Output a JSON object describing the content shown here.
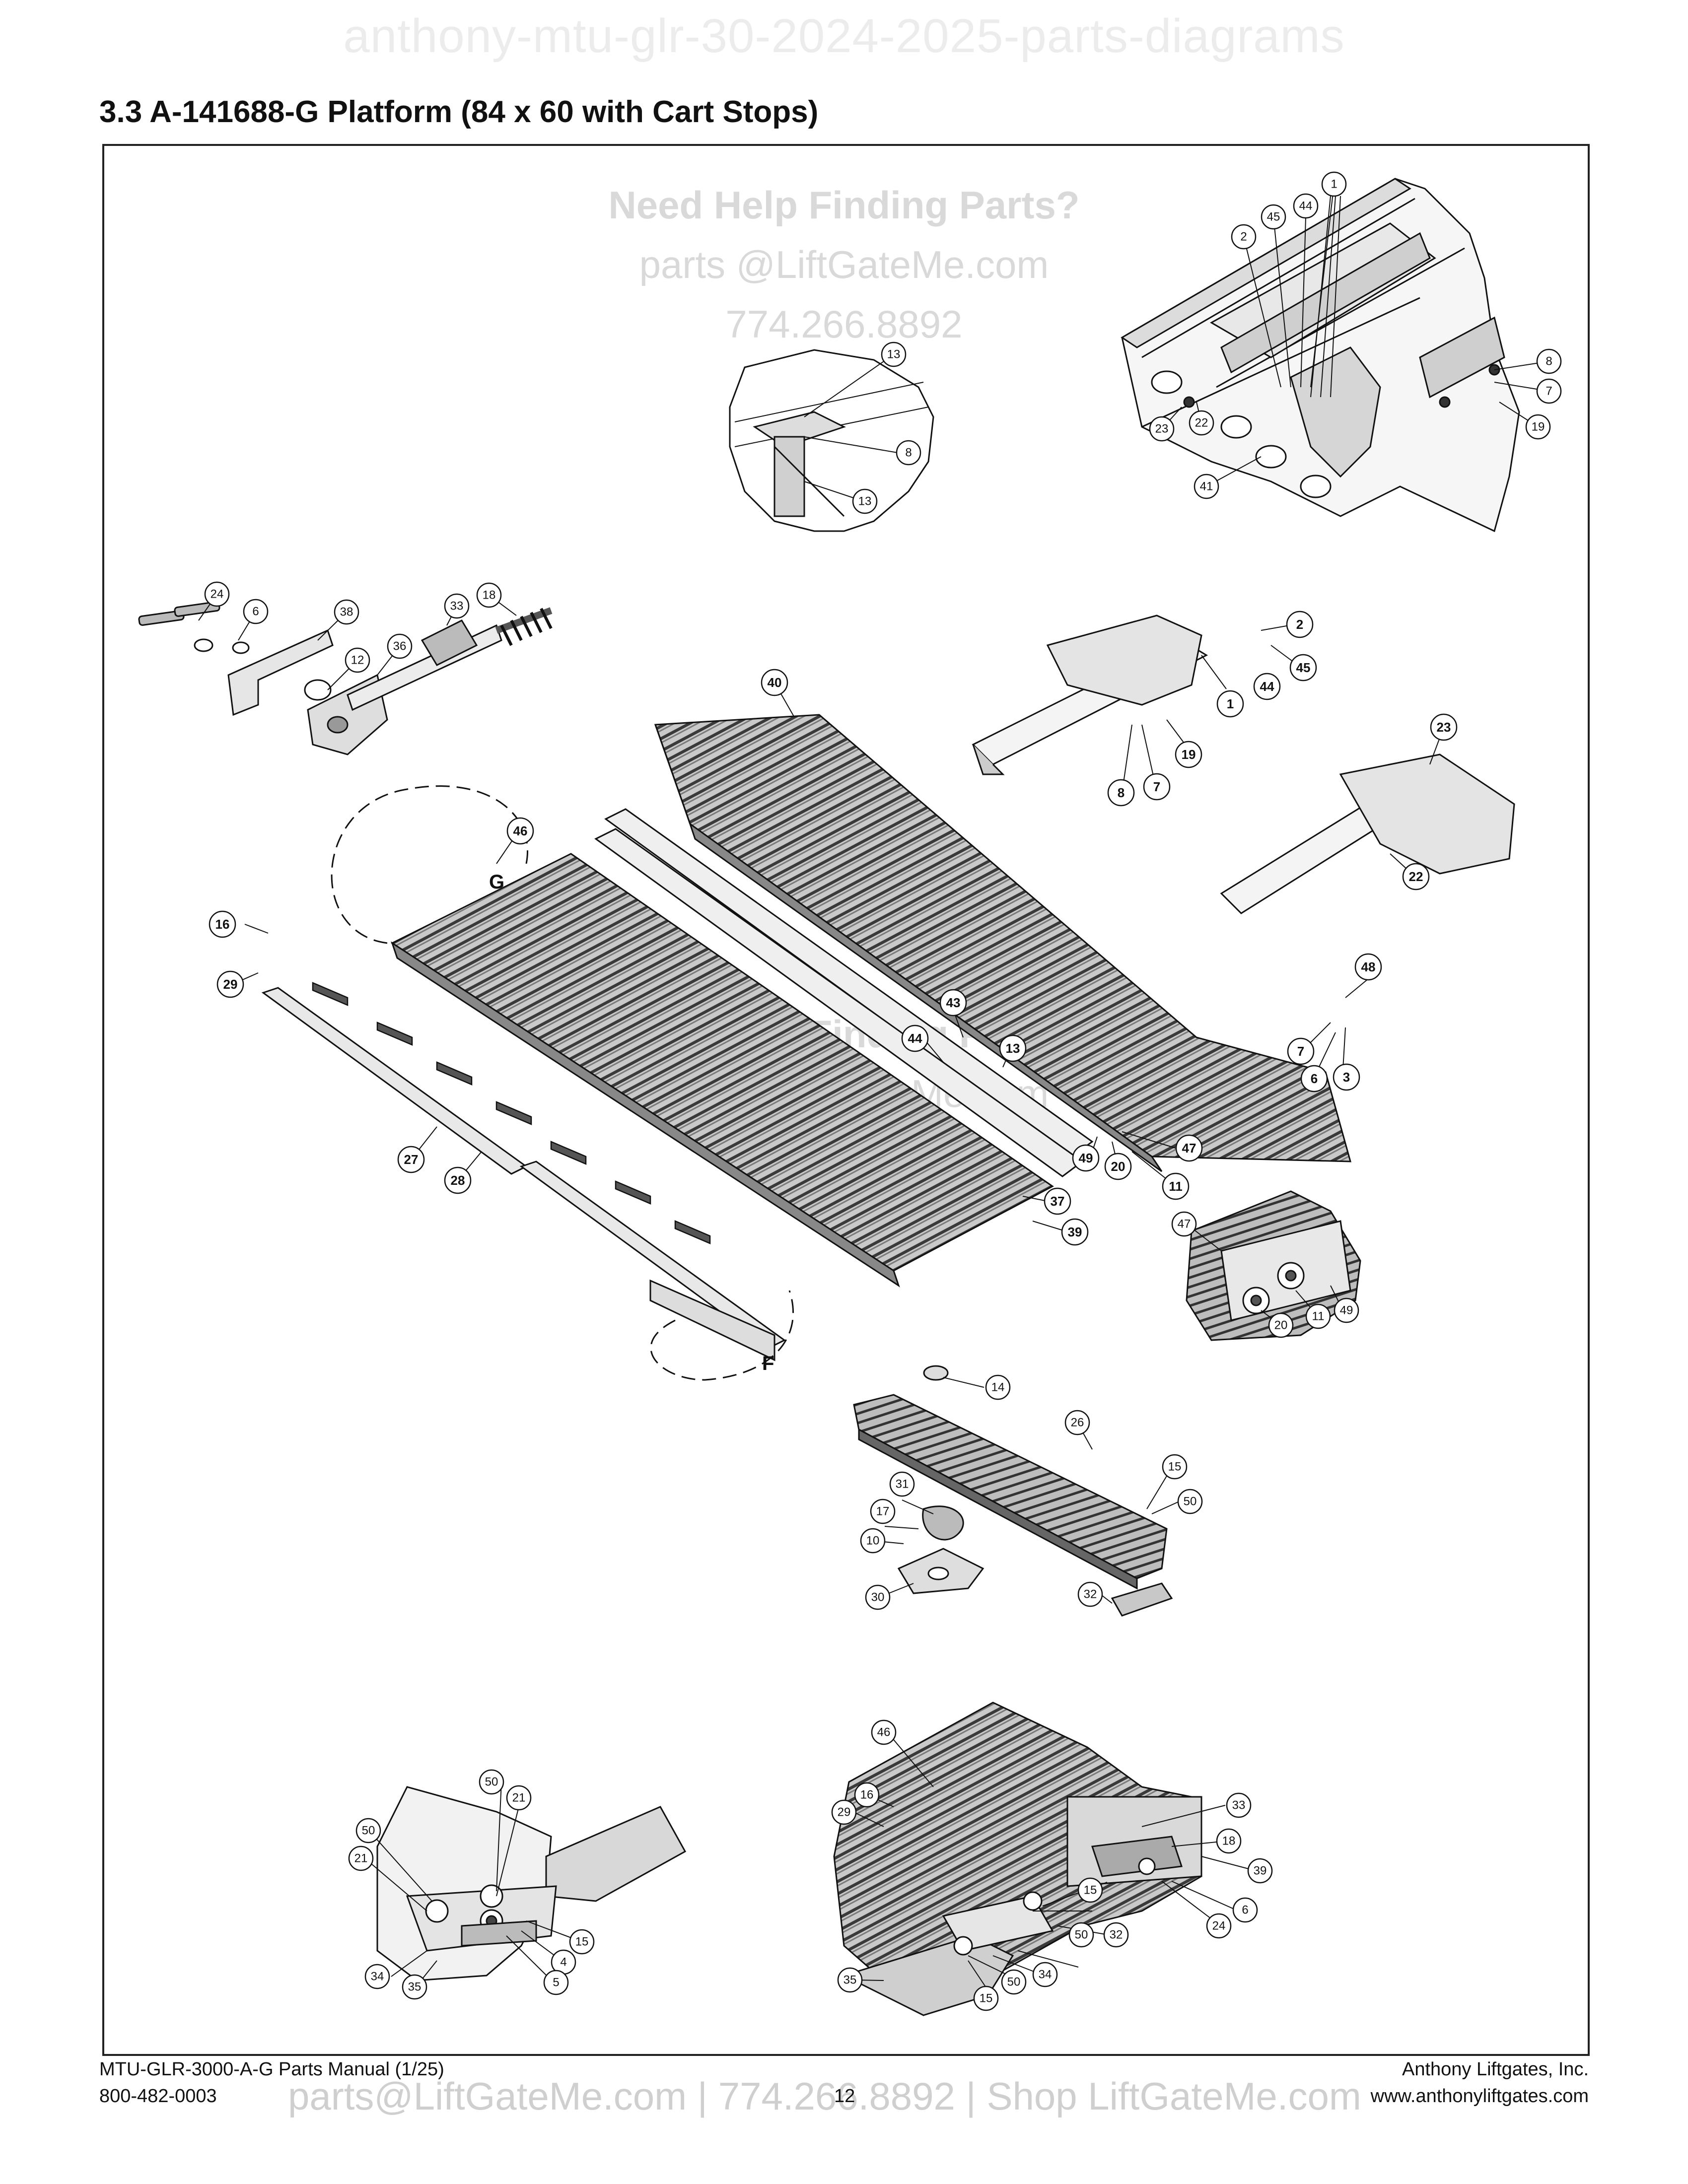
{
  "watermark_top": "anthony-mtu-glr-30-2024-2025-parts-diagrams",
  "title": "3.3  A-141688-G Platform (84 x 60 with Cart Stops)",
  "watermark_center": {
    "line1": "Need Help Finding Parts?",
    "line2": "parts @LiftGateMe.com",
    "line3": "774.266.8892"
  },
  "view_labels": {
    "g": "G",
    "f": "F"
  },
  "callouts": {
    "top_right": [
      "1",
      "44",
      "45",
      "2",
      "8",
      "7",
      "19",
      "23",
      "22",
      "41"
    ],
    "detail_13": [
      "13",
      "8",
      "13"
    ],
    "hinge_parts": [
      "24",
      "6",
      "38",
      "12",
      "36",
      "33",
      "18"
    ],
    "main": [
      "40",
      "2",
      "45",
      "44",
      "1",
      "19",
      "7",
      "8",
      "23",
      "22",
      "46",
      "16",
      "29",
      "48",
      "7",
      "6",
      "3",
      "43",
      "44",
      "13",
      "11",
      "47",
      "49",
      "20",
      "27",
      "28",
      "37",
      "39"
    ],
    "pin_detail": [
      "47",
      "20",
      "11",
      "49"
    ],
    "cart_stop": [
      "14",
      "26",
      "15",
      "50",
      "31",
      "17",
      "10",
      "30",
      "32"
    ],
    "bottom_left": [
      "50",
      "21",
      "50",
      "21",
      "15",
      "4",
      "5",
      "34",
      "35"
    ],
    "bottom_right": [
      "46",
      "16",
      "29",
      "33",
      "18",
      "39",
      "6",
      "24",
      "15",
      "32",
      "50",
      "34",
      "35",
      "50",
      "15"
    ]
  },
  "footer": {
    "manual": "MTU-GLR-3000-A-G Parts Manual (1/25)",
    "phone": "800-482-0003",
    "page": "12",
    "company": "Anthony Liftgates, Inc.",
    "website": "www.anthonyliftgates.com",
    "watermark": "parts@LiftGateMe.com | 774.266.8892 | Shop LiftGateMe.com"
  }
}
